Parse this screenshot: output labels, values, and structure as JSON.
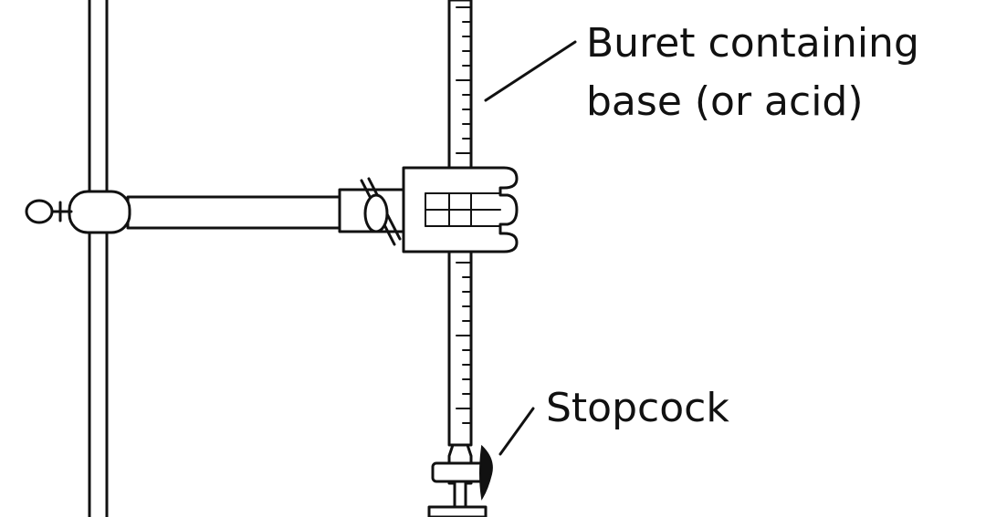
{
  "labels": {
    "buret_line1": "Buret containing",
    "buret_line2": "base (or acid)",
    "stopcock": "Stopcock"
  },
  "colors": {
    "ink": "#111111",
    "background": "#ffffff"
  }
}
